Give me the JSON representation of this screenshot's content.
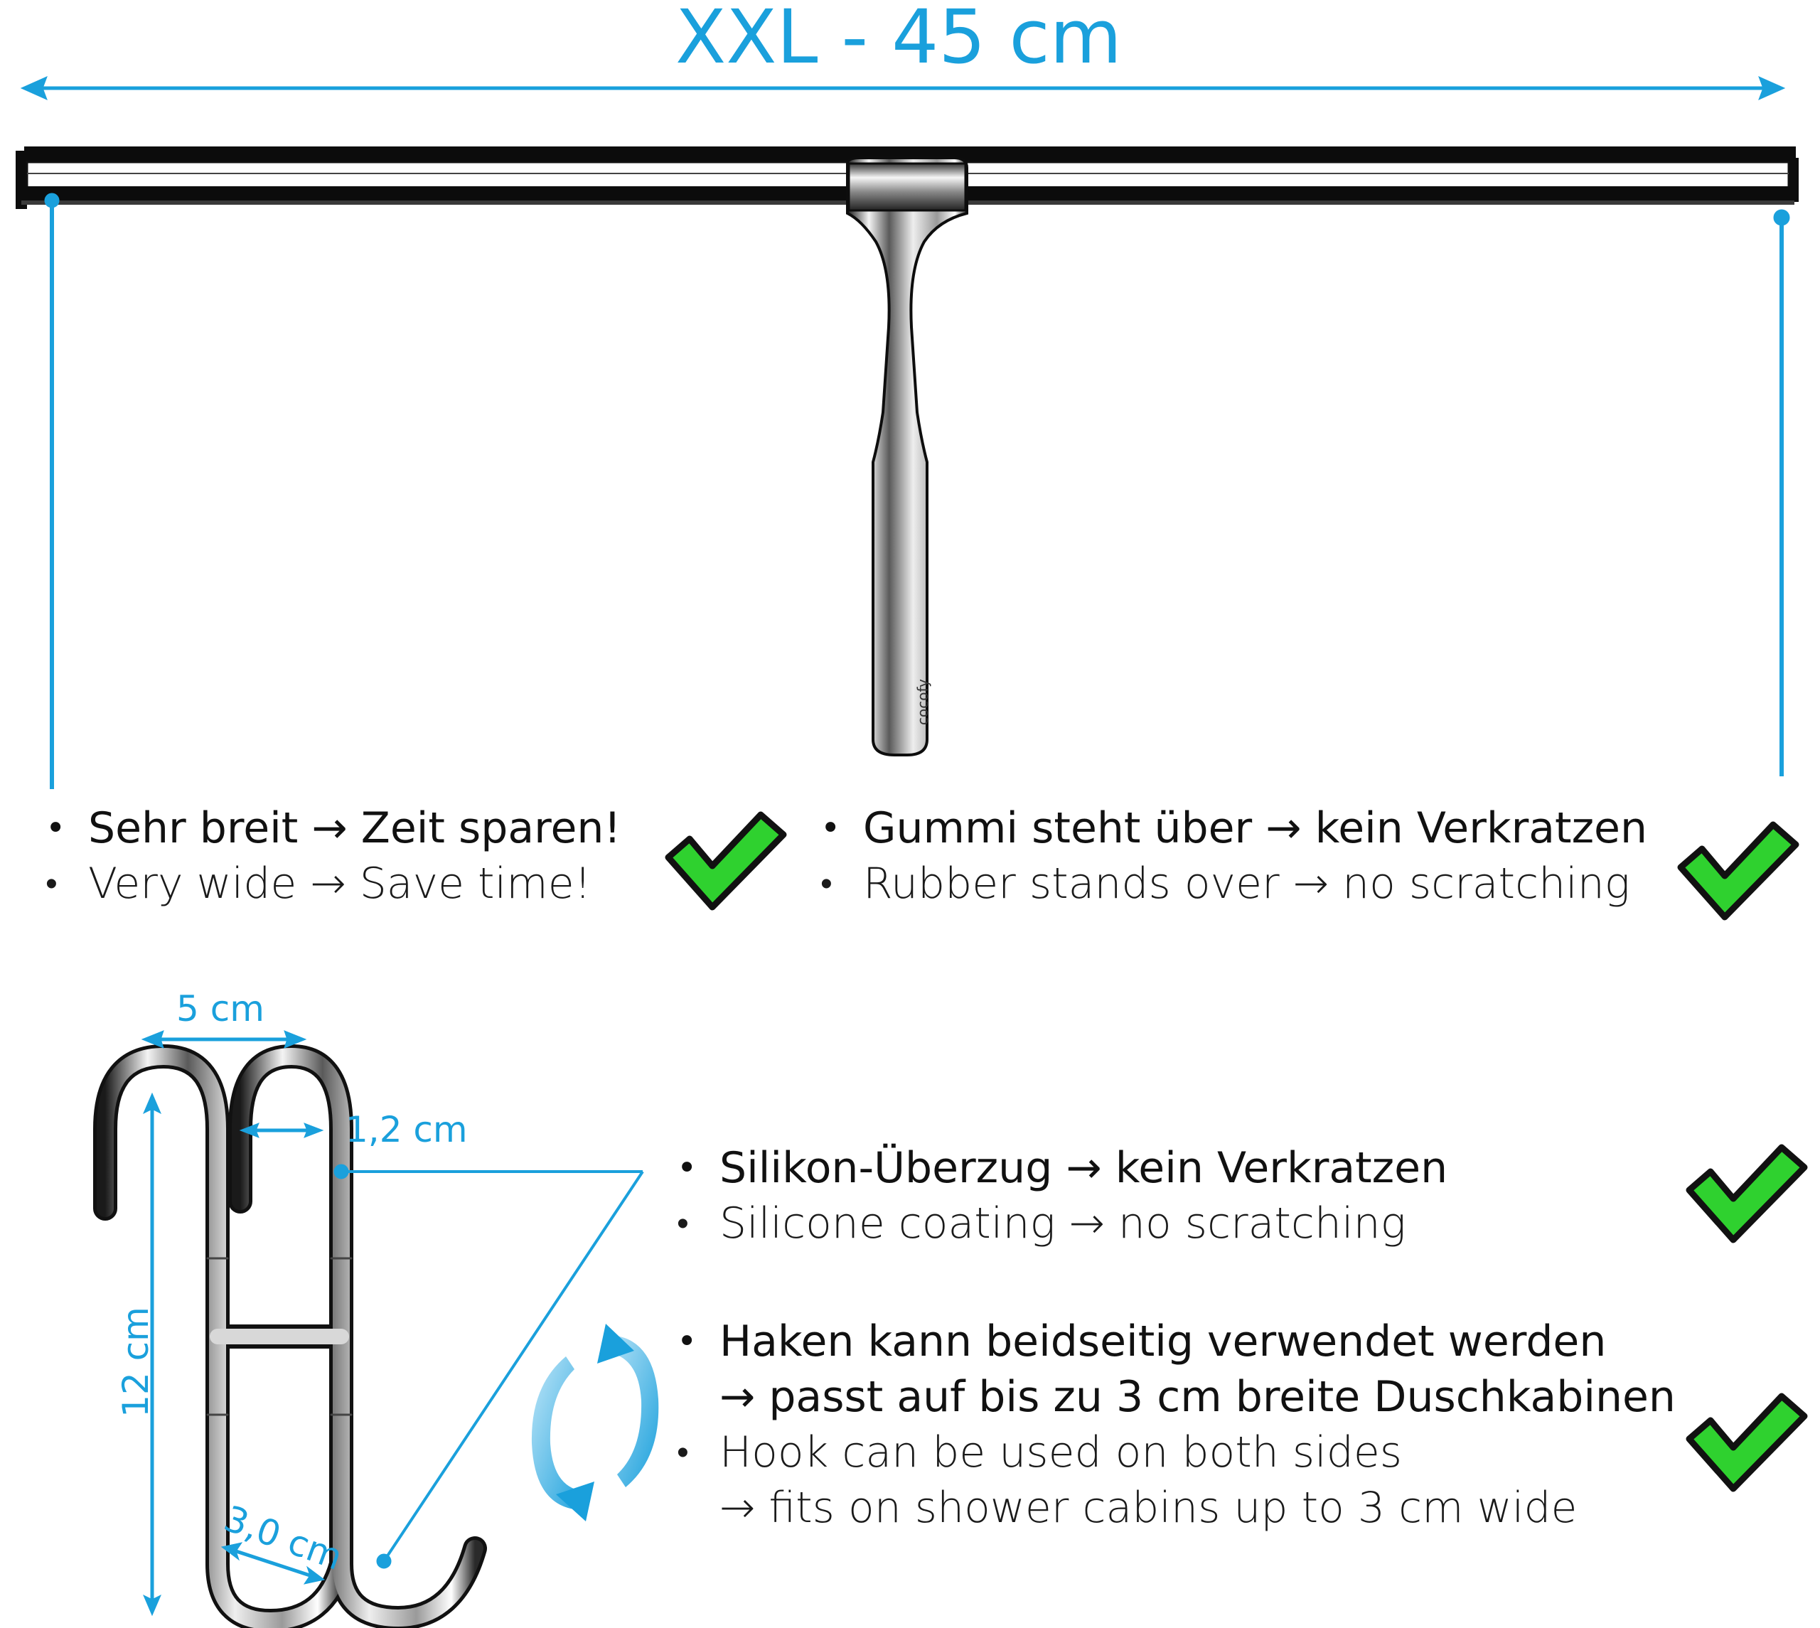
{
  "title": "XXL - 45 cm",
  "brand": "cocofy",
  "dimensions": {
    "width_label": "5 cm",
    "gap_label": "1,2 cm",
    "height_label": "12 cm",
    "opening_label": "3,0 cm"
  },
  "features": [
    {
      "de": "Sehr breit   → Zeit sparen!",
      "en": "Very wide  → Save time!"
    },
    {
      "de": "Gummi steht über → kein Verkratzen",
      "en": "Rubber stands over → no scratching"
    },
    {
      "de": "Silikon-Überzug → kein Verkratzen",
      "en": "Silicone coating → no scratching"
    },
    {
      "de": "Haken kann beidseitig verwendet werden",
      "de2": "→ passt auf bis zu 3 cm breite Duschkabinen",
      "en": "Hook can be used on both sides",
      "en2": "→ fits on shower cabins up to 3 cm wide"
    }
  ],
  "colors": {
    "accent": "#1aa0dc",
    "check_fill": "#2fd12f",
    "check_stroke": "#111111"
  },
  "icons": [
    "checkmark-icon",
    "rotate-arrows-icon"
  ]
}
